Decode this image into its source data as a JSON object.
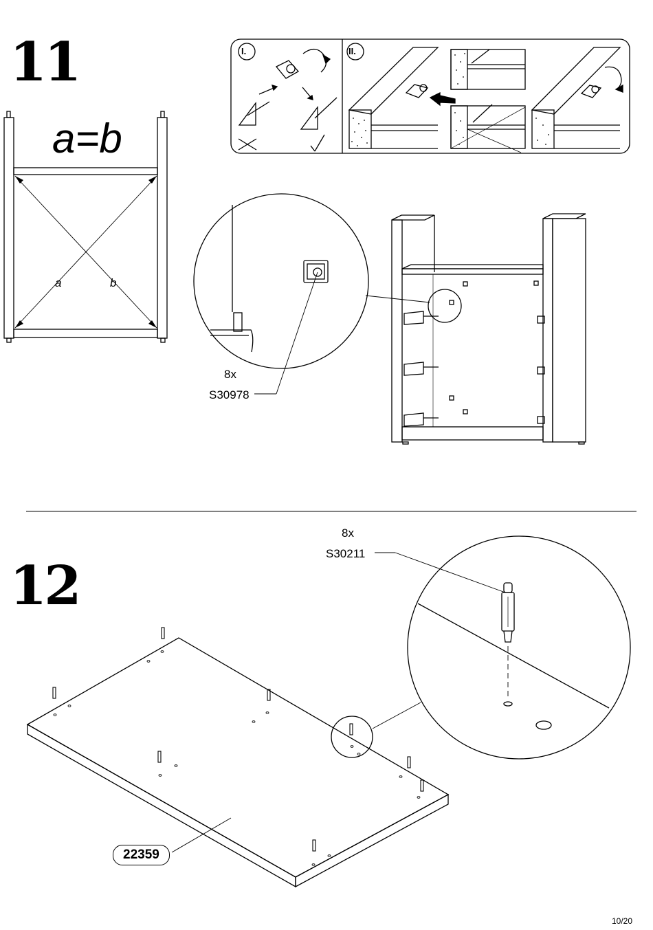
{
  "step11": {
    "number": "11",
    "equation": "a=b",
    "diag_a": "a",
    "diag_b": "b",
    "panel_roman_1": "I.",
    "panel_roman_2": "II.",
    "part_qty": "8x",
    "part_code": "S30978"
  },
  "step12": {
    "number": "12",
    "part_qty": "8x",
    "part_code": "S30211",
    "panel_code": "22359"
  },
  "footer": {
    "page": "10/20"
  }
}
